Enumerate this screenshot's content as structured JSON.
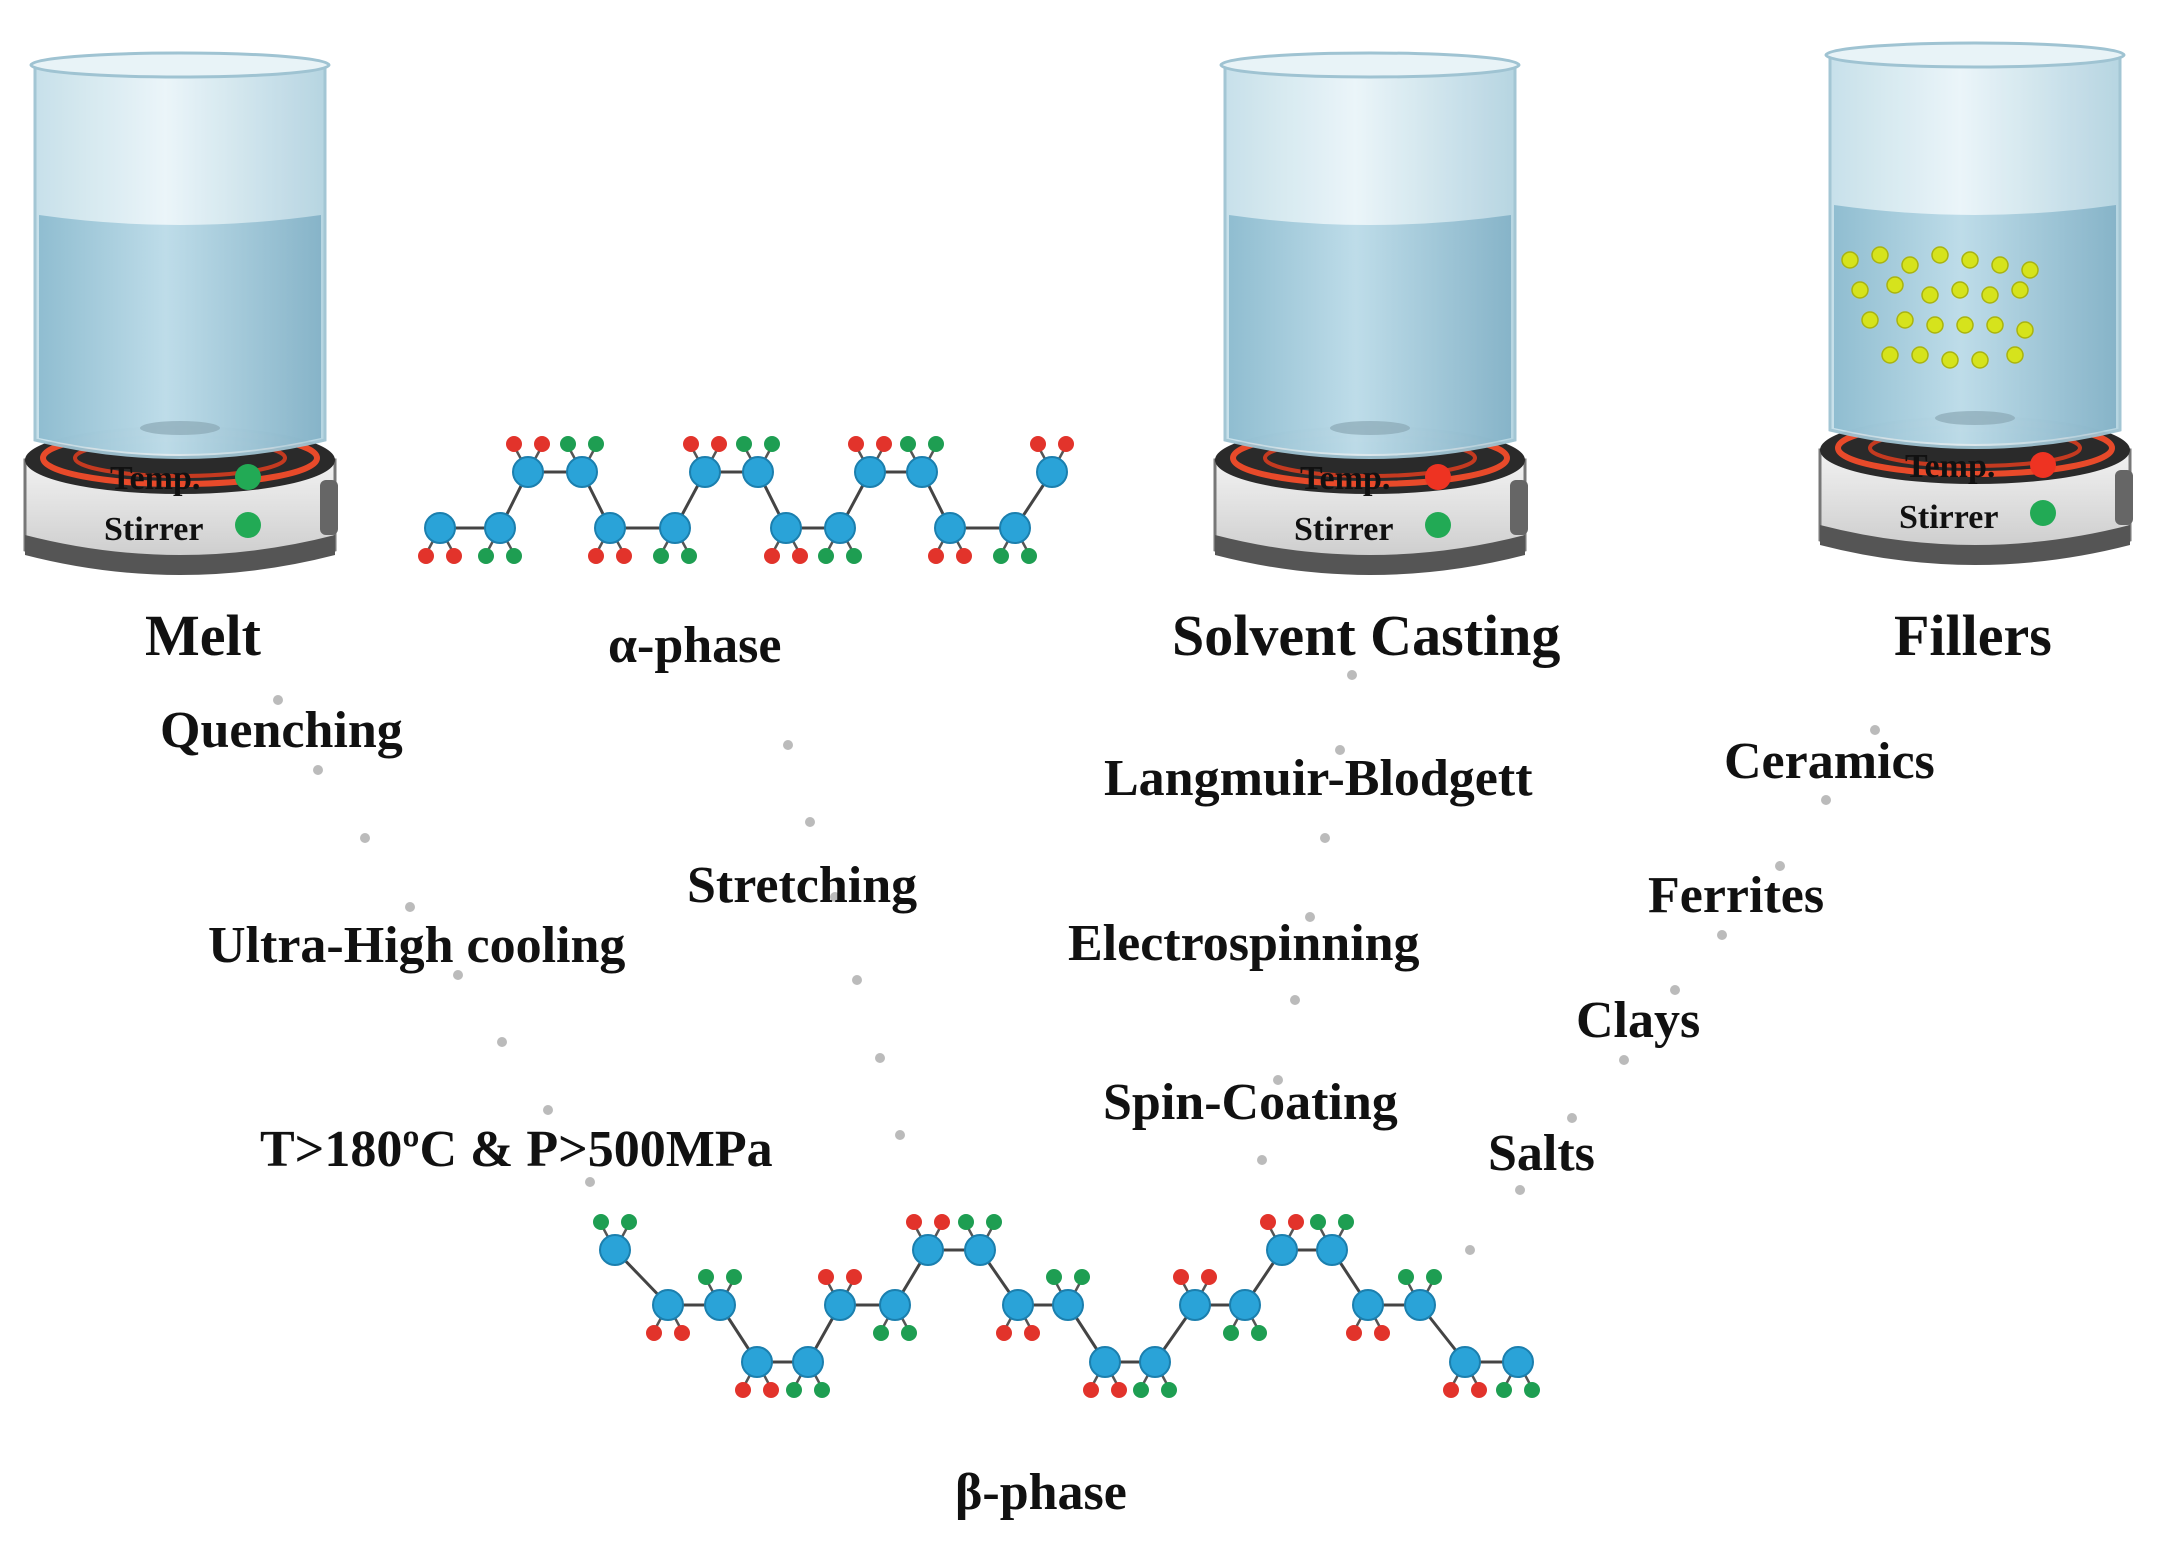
{
  "stations": [
    {
      "title": "Melt",
      "temp_label": "Temp.",
      "stirrer_label": "Stirrer",
      "temp_indicator": "#22aa55",
      "stirrer_indicator": "#22aa55"
    },
    {
      "title": "Solvent Casting",
      "temp_label": "Temp.",
      "stirrer_label": "Stirrer",
      "temp_indicator": "#ee3322",
      "stirrer_indicator": "#22aa55"
    },
    {
      "title": "Fillers",
      "temp_label": "Temp.",
      "stirrer_label": "Stirrer",
      "temp_indicator": "#ee3322",
      "stirrer_indicator": "#22aa55"
    }
  ],
  "phases": {
    "alpha": "α-phase",
    "beta": "β-phase"
  },
  "melt_methods": [
    "Quenching",
    "Ultra-High cooling",
    "T>180ºC & P>500MPa"
  ],
  "alpha_method": "Stretching",
  "solvent_methods": [
    "Langmuir-Blodgett",
    "Electrospinning",
    "Spin-Coating"
  ],
  "filler_methods": [
    "Ceramics",
    "Ferrites",
    "Clays",
    "Salts"
  ],
  "colors": {
    "carbon": "#2aa3d8",
    "fluorine": "#e2332b",
    "hydrogen": "#1e9e52",
    "filler_particle": "#d6e31c",
    "liquid": "#a6cfe0",
    "beaker": "#cfe6ef",
    "dots": "#bbbbbb",
    "text": "#111111"
  }
}
